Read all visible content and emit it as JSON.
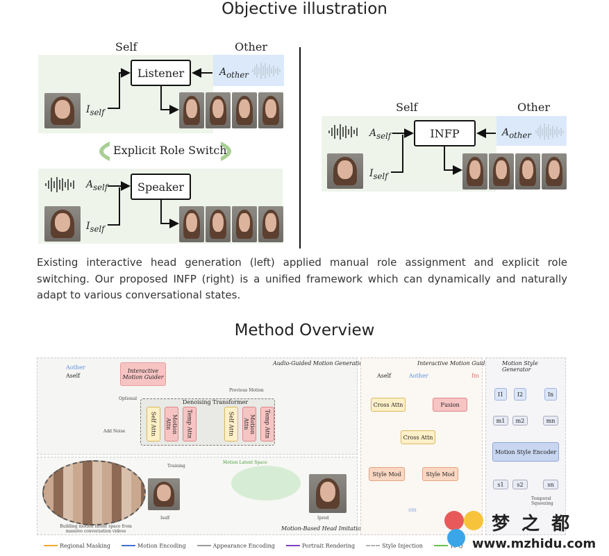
{
  "sections": {
    "objective_title": "Objective illustration",
    "method_title": "Method Overview"
  },
  "left_diagram": {
    "self_label": "Self",
    "other_label": "Other",
    "listener_box": "Listener",
    "speaker_box": "Speaker",
    "a_other": "A",
    "a_other_sub": "other",
    "i_self": "I",
    "i_self_sub": "self",
    "a_self": "A",
    "a_self_sub": "self",
    "role_switch": "Explicit Role Switch"
  },
  "right_diagram": {
    "self_label": "Self",
    "other_label": "Other",
    "infp_box": "INFP",
    "a_self": "A",
    "a_self_sub": "self",
    "a_other": "A",
    "a_other_sub": "other",
    "i_self": "I",
    "i_self_sub": "self"
  },
  "caption": "Existing interactive head generation (left) applied manual role assignment and explicit role switching. Our proposed INFP (right) is a unified framework which can dynamically and naturally adapt to various conversational states.",
  "method": {
    "audio_guided_title": "Audio-Guided Motion Generation",
    "interactive_guider_title": "Interactive Motion Guider",
    "style_generator_title": "Motion Style Generator",
    "motion_based_title": "Motion-Based Head Imitation",
    "interactive_motion_guider_box": "Interactive Motion Guider",
    "a_other": "Aother",
    "a_self": "Aself",
    "optional": "Optional",
    "previous_motion": "Previous Motion",
    "denoising_transformer": "Denoising Transformer",
    "add_noise": "Add Noise",
    "blocks": [
      "Self Attn",
      "Motion Attn",
      "Temp Attn",
      "Self Attn",
      "Motion Attn",
      "Temp Attn"
    ],
    "training": "Training",
    "motion_latent_space": "Motion Latent Space",
    "building_caption": "Building motion latent space from massive conversation videos",
    "i_self": "Iself",
    "i_pred": "Ipred",
    "guider": {
      "a_self": "Aself",
      "a_other": "Aother",
      "f_m": "fm",
      "cross_attn_1": "Cross Attn",
      "fusion": "Fusion",
      "cross_attn_2": "Cross Attn",
      "style_mod_1": "Style Mod",
      "style_mod_2": "Style Mod",
      "s_m": "sm"
    },
    "style": {
      "i_labels": [
        "I1",
        "I2",
        "In"
      ],
      "m_labels": [
        "m1",
        "m2",
        "mn"
      ],
      "encoder": "Motion Style Encoder",
      "s_labels": [
        "s1",
        "s2",
        "sn"
      ],
      "temporal": "Temporal Squeezing"
    },
    "legend": [
      "Regional Masking",
      "Motion Encoding",
      "Appearance Encoding",
      "Portrait Rendering",
      "Style Injection",
      "To Q"
    ],
    "legend_colors": [
      "#f2a72c",
      "#3f6fd6",
      "#9a9a9a",
      "#7b3fbf",
      "#b0b0b0",
      "#6cc04a"
    ]
  },
  "watermark": {
    "brand": "梦 之 都",
    "url": "www.mzhidu.com"
  }
}
